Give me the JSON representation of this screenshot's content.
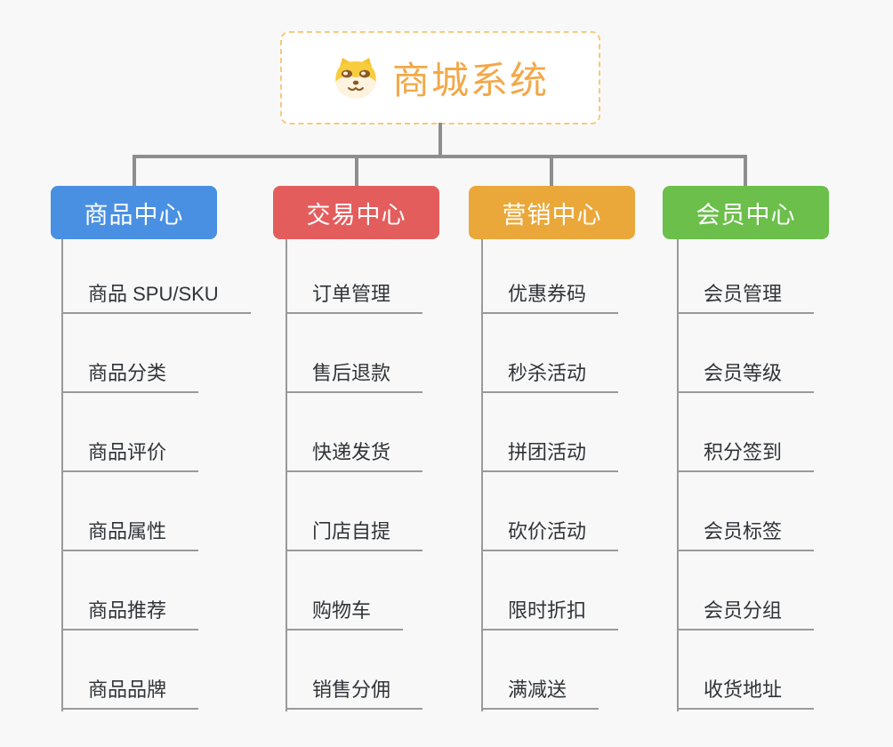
{
  "root": {
    "title": "商城系统",
    "icon": "shiba-dog-icon",
    "border_color": "#f6ca7f",
    "title_color": "#f2a848"
  },
  "connector_color": "#8e8e8e",
  "branch_line_color": "#9a9a9a",
  "branches": [
    {
      "label": "商品中心",
      "color": "#4a90e2",
      "children": [
        "商品 SPU/SKU",
        "商品分类",
        "商品评价",
        "商品属性",
        "商品推荐",
        "商品品牌"
      ]
    },
    {
      "label": "交易中心",
      "color": "#e45d5d",
      "children": [
        "订单管理",
        "售后退款",
        "快递发货",
        "门店自提",
        "购物车",
        "销售分佣"
      ]
    },
    {
      "label": "营销中心",
      "color": "#eaa83b",
      "children": [
        "优惠券码",
        "秒杀活动",
        "拼团活动",
        "砍价活动",
        "限时折扣",
        "满减送"
      ]
    },
    {
      "label": "会员中心",
      "color": "#6bbf4a",
      "children": [
        "会员管理",
        "会员等级",
        "积分签到",
        "会员标签",
        "会员分组",
        "收货地址"
      ]
    }
  ]
}
